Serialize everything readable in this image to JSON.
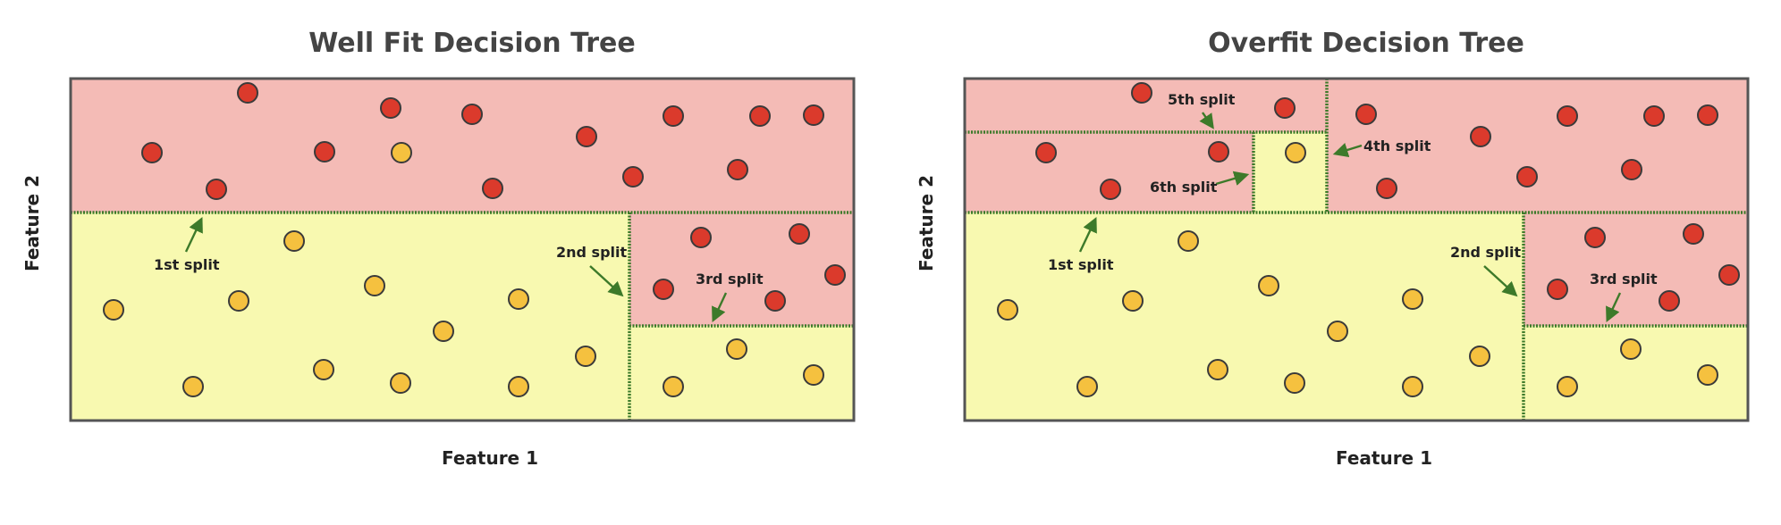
{
  "colors": {
    "red_region": "#F4BBB6",
    "yellow_region": "#F8F9B0",
    "red_point": "#DB3A2C",
    "yellow_point": "#F5C13F",
    "split_line": "#3D7A2A",
    "title_text": "#444444"
  },
  "panels": [
    {
      "title": "Well Fit Decision Tree",
      "xlabel": "Feature 1",
      "ylabel": "Feature 2",
      "annotations": [
        "1st split",
        "2nd split",
        "3rd split"
      ]
    },
    {
      "title": "Overfit Decision Tree",
      "xlabel": "Feature 1",
      "ylabel": "Feature 2",
      "annotations": [
        "1st split",
        "2nd split",
        "3rd split",
        "4th split",
        "5th split",
        "6th split"
      ]
    }
  ]
}
